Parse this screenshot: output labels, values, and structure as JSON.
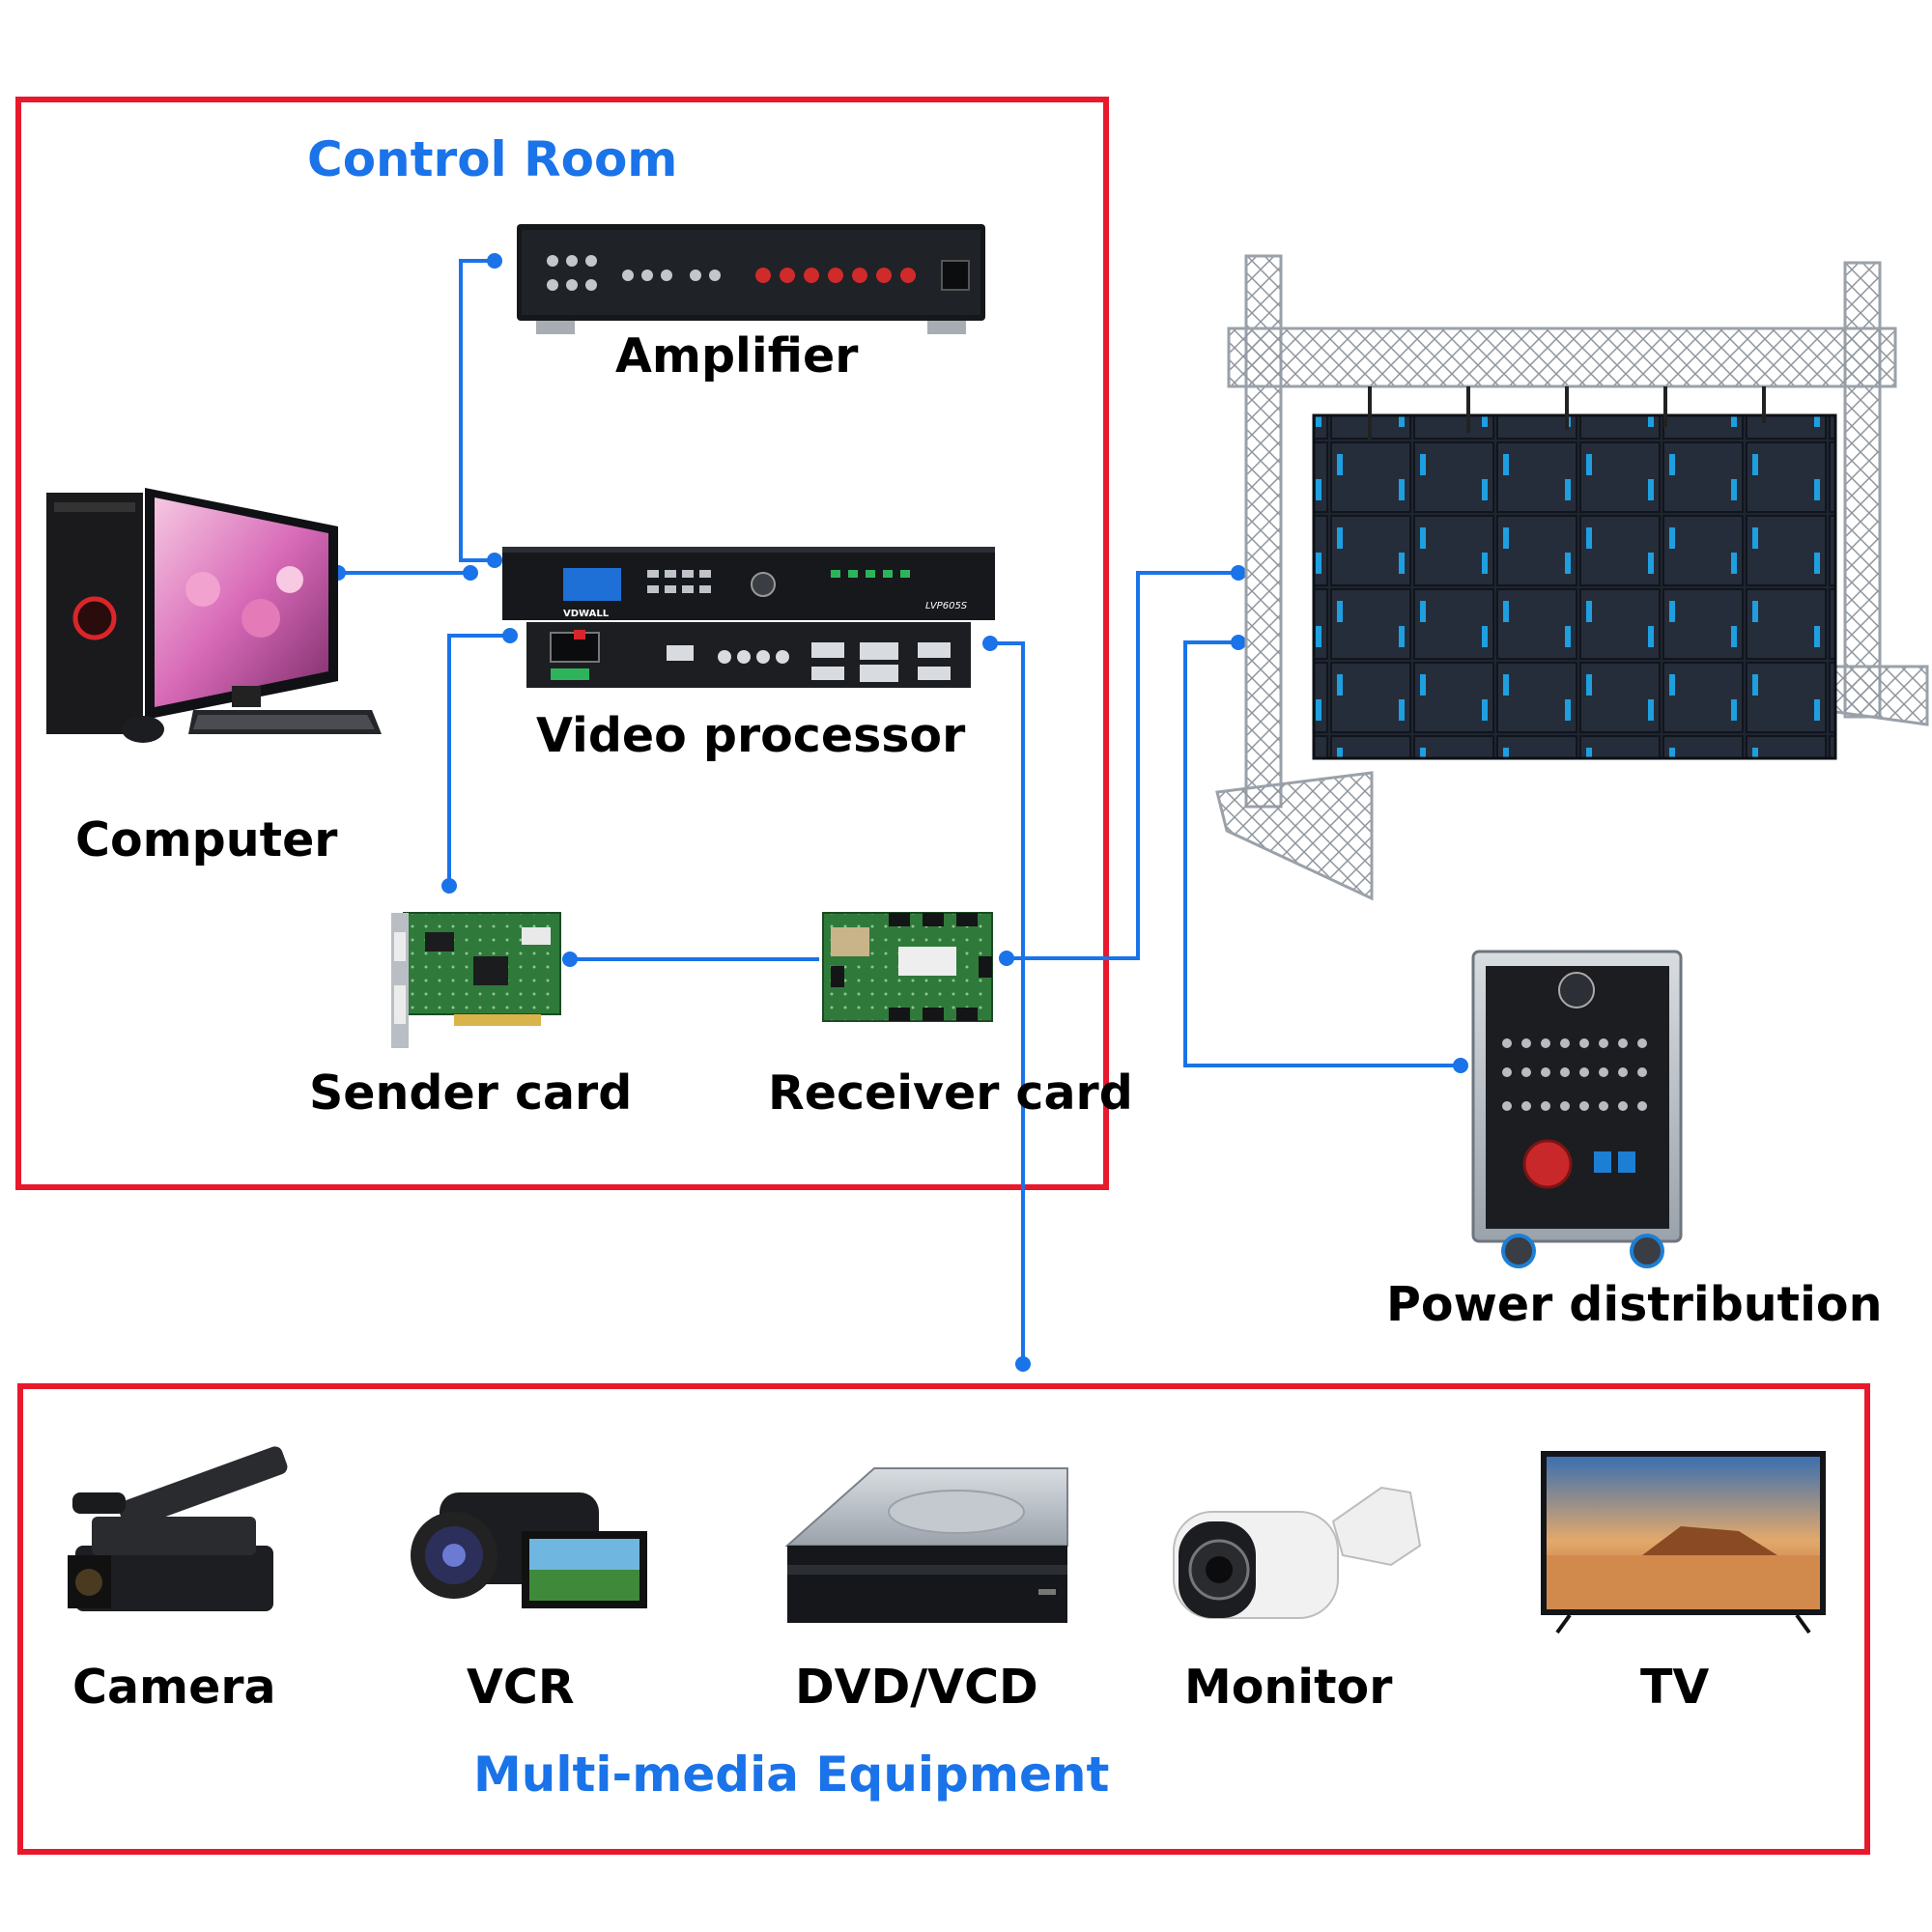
{
  "control_room": {
    "title": "Control Room",
    "devices": {
      "amplifier": "Amplifier",
      "computer": "Computer",
      "video_processor": "Video processor",
      "sender_card": "Sender card",
      "receiver_card": "Receiver card"
    },
    "device_print": {
      "processor_brand": "VDWALL",
      "processor_model": "LVP605S"
    }
  },
  "external": {
    "power_distribution": "Power distribution"
  },
  "multimedia": {
    "title": "Multi-media Equipment",
    "items": [
      "Camera",
      "VCR",
      "DVD/VCD",
      "Monitor",
      "TV"
    ]
  },
  "colors": {
    "border": "#e8192c",
    "connector": "#1a73e8",
    "title_blue": "#1a73e8"
  }
}
